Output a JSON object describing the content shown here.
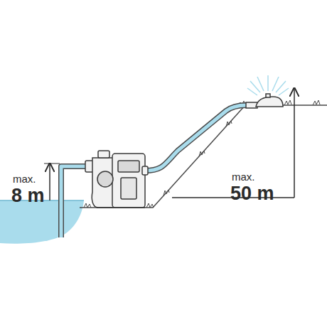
{
  "diagram": {
    "labels": [
      "max.",
      "8 m",
      "max.",
      "50 m"
    ]
  }
}
